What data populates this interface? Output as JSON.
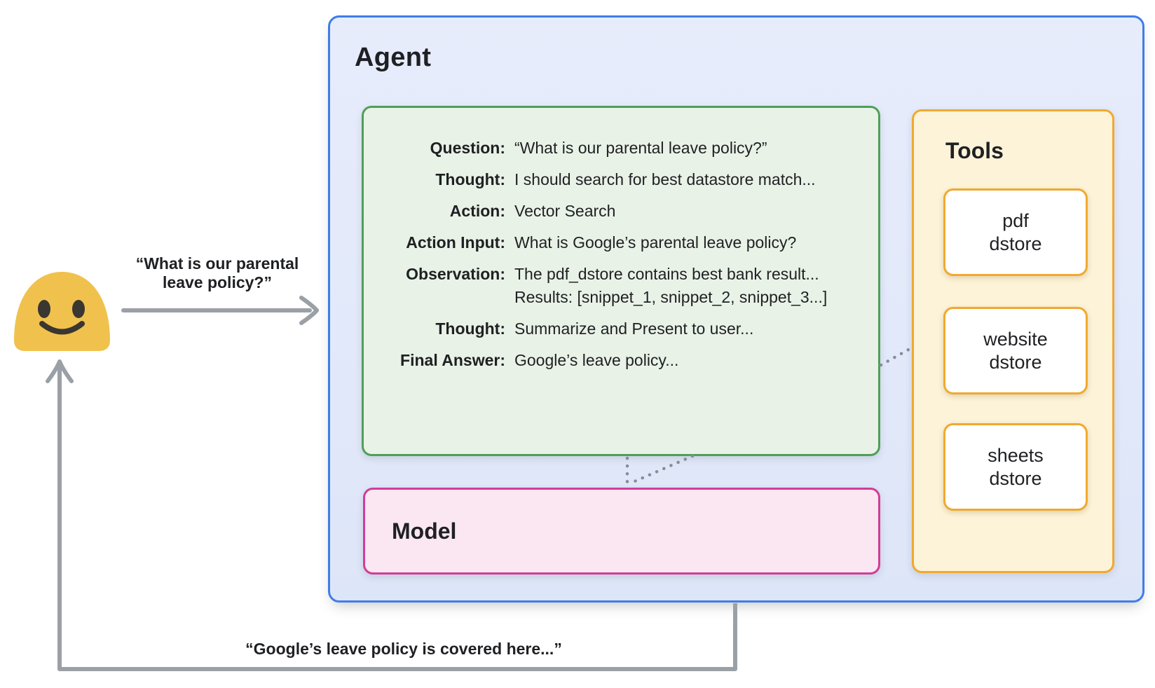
{
  "user": {
    "emoji": "smiling-blob-emoji",
    "query_line1": "“What is our parental",
    "query_line2": "leave policy?”",
    "response": "“Google’s leave policy is covered here...”"
  },
  "agent": {
    "title": "Agent",
    "trace": [
      {
        "label": "Question:",
        "value": "“What is our parental leave policy?”"
      },
      {
        "label": "Thought:",
        "value": "I should search for best datastore match..."
      },
      {
        "label": "Action:",
        "value": "Vector Search"
      },
      {
        "label": "Action Input:",
        "value": "What is Google’s parental leave policy?"
      },
      {
        "label": "Observation:",
        "value": "The pdf_dstore contains best bank result..."
      },
      {
        "label": "",
        "value": "Results: [snippet_1, snippet_2, snippet_3...]"
      },
      {
        "label": "Thought:",
        "value": "Summarize and Present to user..."
      },
      {
        "label": "Final Answer:",
        "value": "Google’s leave policy..."
      }
    ],
    "model": {
      "title": "Model"
    },
    "tools": {
      "title": "Tools",
      "items": [
        {
          "line1": "pdf",
          "line2": "dstore"
        },
        {
          "line1": "website",
          "line2": "dstore"
        },
        {
          "line1": "sheets",
          "line2": "dstore"
        }
      ]
    }
  },
  "colors": {
    "agent_border": "#3f7de8",
    "agent_fill": "#e4eafa",
    "trace_border": "#4f9f58",
    "trace_fill": "#e9f2e7",
    "model_border": "#d13d97",
    "model_fill": "#fbe7f2",
    "tools_border": "#f0a930",
    "tools_fill": "#fdf3d8",
    "tool_item_fill": "#ffffff",
    "arrow_gray": "#9aa0a6",
    "dotted_gray": "#878d96",
    "emoji_yellow": "#f0c24d",
    "emoji_features": "#3a3631",
    "text": "#1f2023"
  }
}
